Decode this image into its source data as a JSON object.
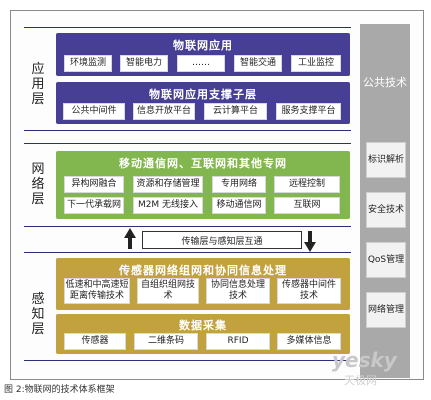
{
  "layers": {
    "application": "应用层",
    "network": "网络层",
    "perception": "感知层"
  },
  "application": {
    "top_title": "物联网应用",
    "top_items": [
      "环境监测",
      "智能电力",
      "……",
      "智能交通",
      "工业监控"
    ],
    "support_title": "物联网应用支撑子层",
    "support_items": [
      "公共中间件",
      "信息开放平台",
      "云计算平台",
      "服务支撑平台"
    ]
  },
  "network": {
    "title": "移动通信网、互联网和其他专网",
    "row1": [
      "异构网融合",
      "资源和存储管理",
      "专用网络",
      "远程控制"
    ],
    "row2": [
      "下一代承载网",
      "M2M 无线接入",
      "移动通信网",
      "互联网"
    ],
    "connector": "传输层与感知层互通"
  },
  "perception": {
    "sensor_title": "传感器网络组网和协同信息处理",
    "sensor_items": [
      "低速和中高速短距离传输技术",
      "自组织组网技术",
      "协同信息处理技术",
      "传感器中间件技术"
    ],
    "collection_title": "数据采集",
    "collection_items": [
      "传感器",
      "二维条码",
      "RFID",
      "多媒体信息"
    ]
  },
  "sidebar": {
    "title": "公共技术",
    "items": [
      "标识解析",
      "安全技术",
      "QoS管理",
      "网络管理"
    ]
  },
  "caption": "图 2:物联网的技术体系框架",
  "watermark": {
    "main": "yesky",
    "sub": "天极网"
  },
  "colors": {
    "application": "#463f95",
    "network": "#82b64f",
    "perception": "#c2a13f",
    "sidebar": "#a9a9a9"
  }
}
